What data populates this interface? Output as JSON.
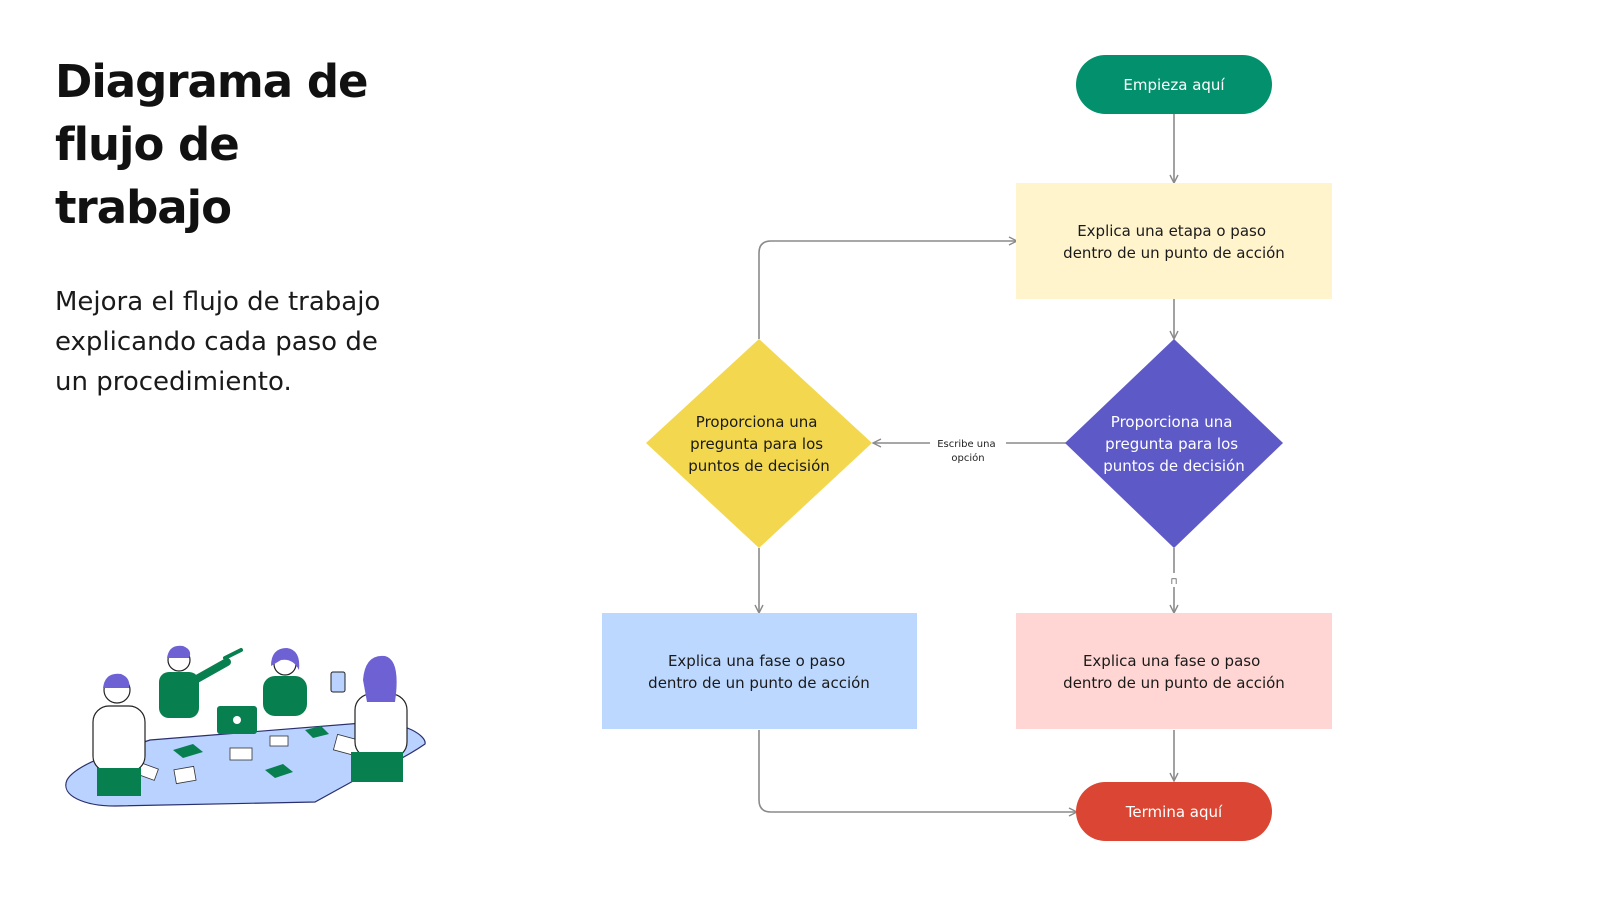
{
  "header": {
    "title_lines": [
      "Diagrama de",
      "flujo de",
      "trabajo"
    ],
    "subtitle_lines": [
      "Mejora el flujo de trabajo",
      "explicando cada paso de",
      "un procedimiento."
    ]
  },
  "flow": {
    "start": "Empieza aquí",
    "step_top": [
      "Explica una etapa o paso",
      "dentro de un punto de acción"
    ],
    "decision_right": [
      "Proporciona una",
      "pregunta para los",
      "puntos de decisión"
    ],
    "decision_left": [
      "Proporciona una",
      "pregunta para los",
      "puntos de decisión"
    ],
    "edge_label": [
      "Escribe una",
      "opción"
    ],
    "small_mark": "⊓",
    "step_left": [
      "Explica una fase o paso",
      "dentro de un punto de acción"
    ],
    "step_right": [
      "Explica una fase o paso",
      "dentro de un punto de acción"
    ],
    "end": "Termina aquí"
  },
  "colors": {
    "start": "#03906c",
    "step_top": "#fff4cc",
    "decision_right": "#5d59c6",
    "decision_left": "#f3d84f",
    "step_left": "#bcd8ff",
    "step_right": "#ffd6d3",
    "end": "#da4633",
    "connector": "#8a8a8a",
    "illus_green": "#087f4f",
    "illus_blue": "#6e61d4",
    "illus_table": "#b9d2ff"
  },
  "illustration": {
    "icon": "team-meeting-illustration"
  }
}
